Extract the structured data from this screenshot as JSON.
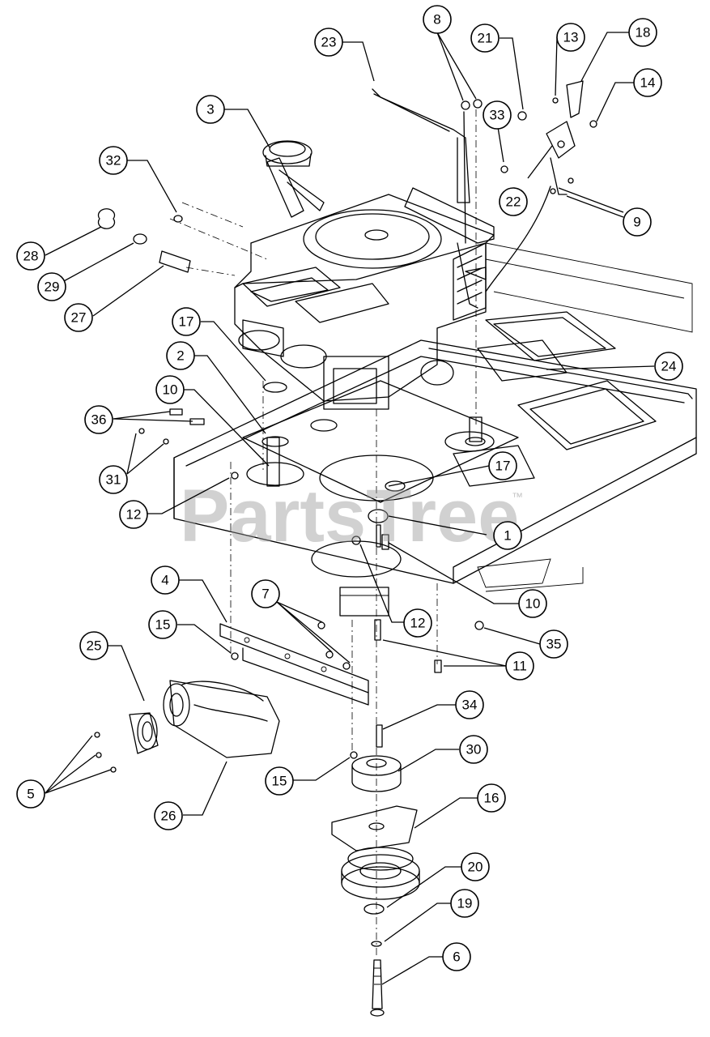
{
  "watermark": {
    "text": "PartsTree",
    "trademark": "™"
  },
  "callouts": [
    "23",
    "8",
    "21",
    "13",
    "18",
    "14",
    "3",
    "33",
    "32",
    "22",
    "9",
    "28",
    "29",
    "27",
    "17",
    "24",
    "2",
    "10",
    "36",
    "17",
    "31",
    "1",
    "12",
    "10",
    "12",
    "4",
    "7",
    "15",
    "35",
    "11",
    "25",
    "34",
    "5",
    "15",
    "30",
    "26",
    "16",
    "20",
    "19",
    "6"
  ]
}
